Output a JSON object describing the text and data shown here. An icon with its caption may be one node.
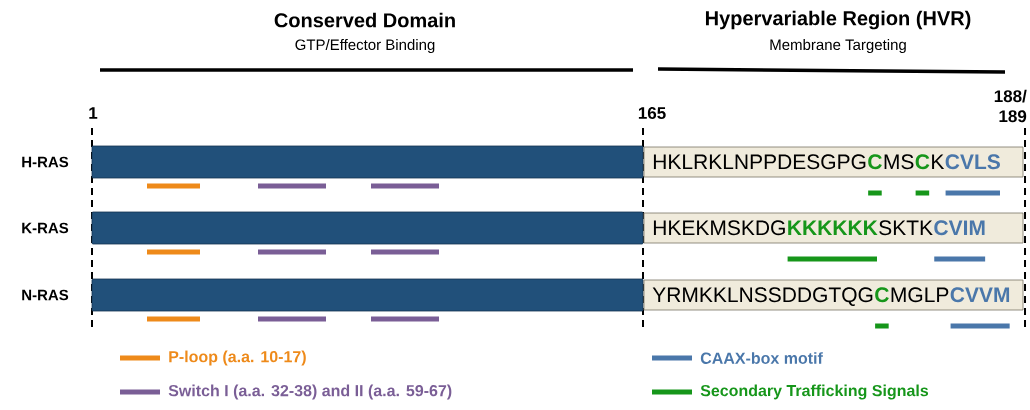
{
  "diagram": {
    "nodes": [
      {
        "text": [],
        "shape": "bar"
      },
      {
        "text": [
          "HKLRKLNPPDESGPG",
          "C",
          "MS",
          "C",
          "K",
          "CVLS"
        ]
      },
      {
        "text": [],
        "shape": "bar"
      },
      {
        "text": [
          "HKEKMSKDG",
          "KKKKKK",
          "SKTK",
          "CVIM"
        ]
      },
      {
        "text": [],
        "shape": "bar"
      },
      {
        "text": [
          "YRMKKLNSSDDGTQG",
          "C",
          "MGLP",
          "CVVM"
        ]
      }
    ],
    "labels": [
      "Conserved Domain",
      "GTP/Effector Binding",
      "Hypervariable Region (HVR)",
      "Membrane Targeting",
      "1",
      "165",
      "188/ 189",
      "H-RAS",
      "K-RAS",
      "N-RAS"
    ],
    "legend": [
      {
        "text": "P-loop (a.a. 10-17)",
        "color": "#ee8a1a"
      },
      {
        "text": "Switch I (a.a. 32-38) and II (a.a. 59-67)",
        "color": "#7a5e96"
      },
      {
        "text": "CAAX-box motif",
        "color": "#4a77aa"
      },
      {
        "text": "Secondary Trafficking Signals",
        "color": "#16961a"
      }
    ]
  }
}
